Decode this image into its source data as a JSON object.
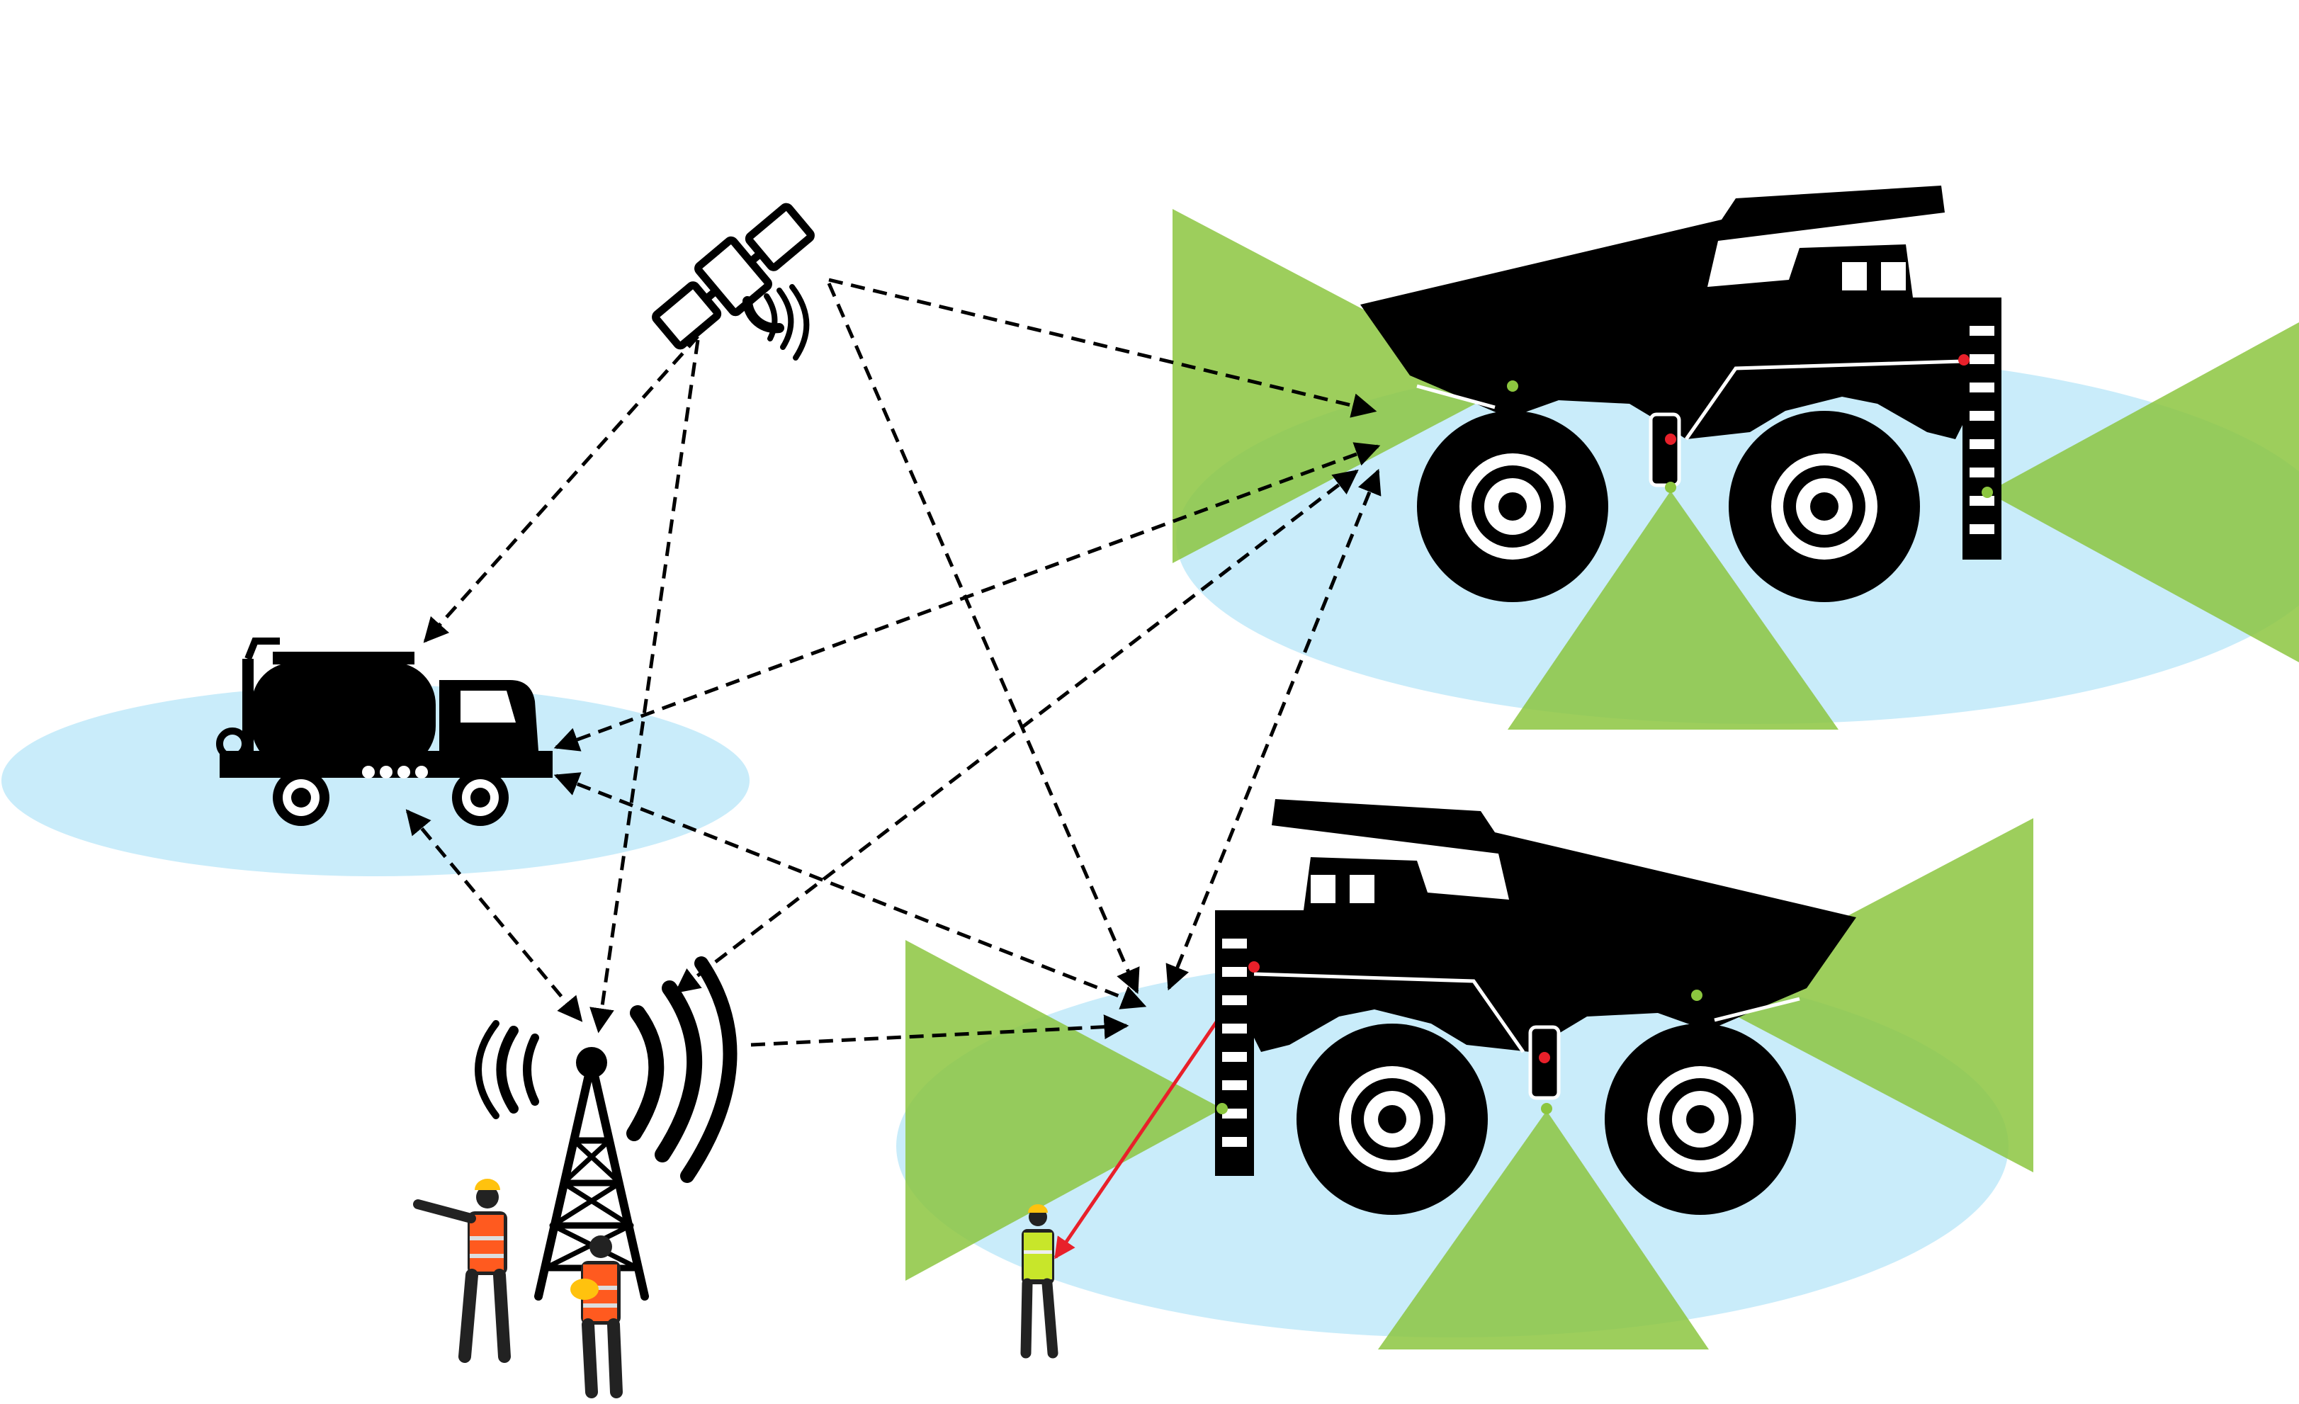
{
  "diagram": {
    "nodes": [
      {
        "id": "satellite",
        "icon": "satellite-icon"
      },
      {
        "id": "cell-tower",
        "icon": "radio-tower-icon"
      },
      {
        "id": "fuel-truck",
        "icon": "tanker-truck-icon"
      },
      {
        "id": "haul-truck-top",
        "icon": "dump-truck-icon"
      },
      {
        "id": "haul-truck-bottom",
        "icon": "dump-truck-icon"
      },
      {
        "id": "worker-field",
        "icon": "worker-icon"
      },
      {
        "id": "workers-supervisors",
        "icon": "worker-group-icon"
      }
    ],
    "links": [
      {
        "from": "satellite",
        "to": "haul-truck-top",
        "style": "dashed-arrow"
      },
      {
        "from": "satellite",
        "to": "fuel-truck",
        "style": "dashed-arrow"
      },
      {
        "from": "satellite",
        "to": "cell-tower",
        "style": "dashed-arrow"
      },
      {
        "from": "satellite",
        "to": "haul-truck-bottom",
        "style": "dashed-arrow"
      },
      {
        "from": "haul-truck-top",
        "to": "fuel-truck",
        "style": "dashed-double-arrow"
      },
      {
        "from": "haul-truck-top",
        "to": "cell-tower",
        "style": "dashed-double-arrow"
      },
      {
        "from": "haul-truck-top",
        "to": "haul-truck-bottom",
        "style": "dashed-double-arrow"
      },
      {
        "from": "fuel-truck",
        "to": "cell-tower",
        "style": "dashed-double-arrow"
      },
      {
        "from": "fuel-truck",
        "to": "haul-truck-bottom",
        "style": "dashed-double-arrow"
      },
      {
        "from": "cell-tower",
        "to": "haul-truck-bottom",
        "style": "dashed-arrow"
      },
      {
        "from": "haul-truck-bottom",
        "to": "worker-field",
        "style": "solid-double-arrow",
        "color": "#e8202a"
      }
    ],
    "colors": {
      "coverage_zone": "#c9ecfa",
      "sensor_cone": "#8cc63f",
      "link": "#000000",
      "proximity_link": "#e8202a",
      "sensor_dot_green": "#8cc63f",
      "sensor_dot_red": "#e8202a",
      "vest_orange": "#ff5a1f",
      "vest_yellow": "#c8e62a",
      "helmet": "#ffc20e"
    }
  }
}
